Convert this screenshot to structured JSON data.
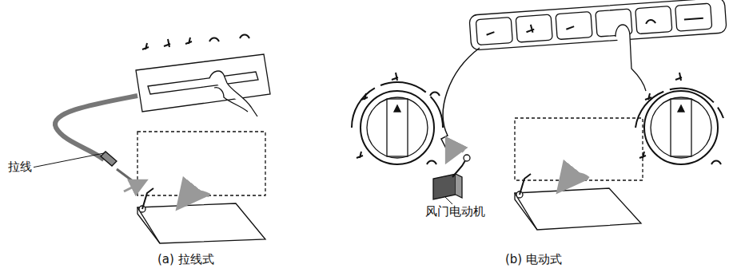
{
  "diagram": {
    "labels": [
      "拉线",
      "风门电动机",
      "(a) 拉线式",
      "(b) 电动式"
    ]
  }
}
